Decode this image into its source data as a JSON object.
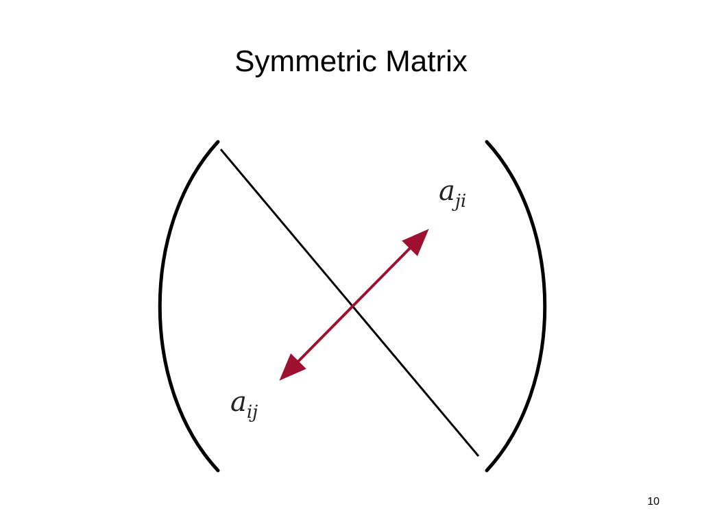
{
  "slide": {
    "title": "Symmetric Matrix",
    "page_number": "10"
  },
  "diagram": {
    "label_upper": {
      "base": "a",
      "subscript": "ji"
    },
    "label_lower": {
      "base": "a",
      "subscript": "ij"
    },
    "arrow_color": "#9e1030",
    "line_color": "#000000"
  }
}
